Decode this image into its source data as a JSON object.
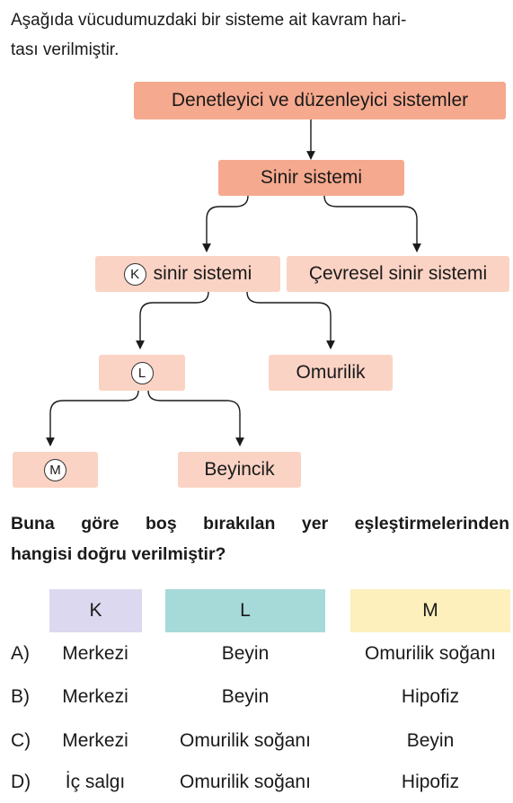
{
  "intro": {
    "line1": "Aşağıda vücudumuzdaki bir sisteme ait kavram hari-",
    "line2": "tası verilmiştir."
  },
  "concept_map": {
    "root": "Denetleyici ve düzenleyici sistemler",
    "nervous": "Sinir sistemi",
    "k_letter": "K",
    "k_text": "sinir sistemi",
    "peripheral": "Çevresel sinir sistemi",
    "l_letter": "L",
    "spinal": "Omurilik",
    "m_letter": "M",
    "cerebellum": "Beyincik"
  },
  "question": {
    "line1": "Buna göre boş bırakılan yer eşleştirmelerinden",
    "line2": "hangisi doğru verilmiştir?"
  },
  "table": {
    "headers": [
      "K",
      "L",
      "M"
    ],
    "rows": [
      {
        "option": "A)",
        "k": "Merkezi",
        "l": "Beyin",
        "m": "Omurilik soğanı"
      },
      {
        "option": "B)",
        "k": "Merkezi",
        "l": "Beyin",
        "m": "Hipofiz"
      },
      {
        "option": "C)",
        "k": "Merkezi",
        "l": "Omurilik soğanı",
        "m": "Beyin"
      },
      {
        "option": "D)",
        "k": "İç salgı",
        "l": "Omurilik soğanı",
        "m": "Hipofiz"
      }
    ]
  },
  "colors": {
    "box_dark": "#f5a98e",
    "box_light": "#fbd3c4",
    "header_k": "#dbd8ef",
    "header_l": "#a5dad9",
    "header_m": "#fdf0bc"
  }
}
